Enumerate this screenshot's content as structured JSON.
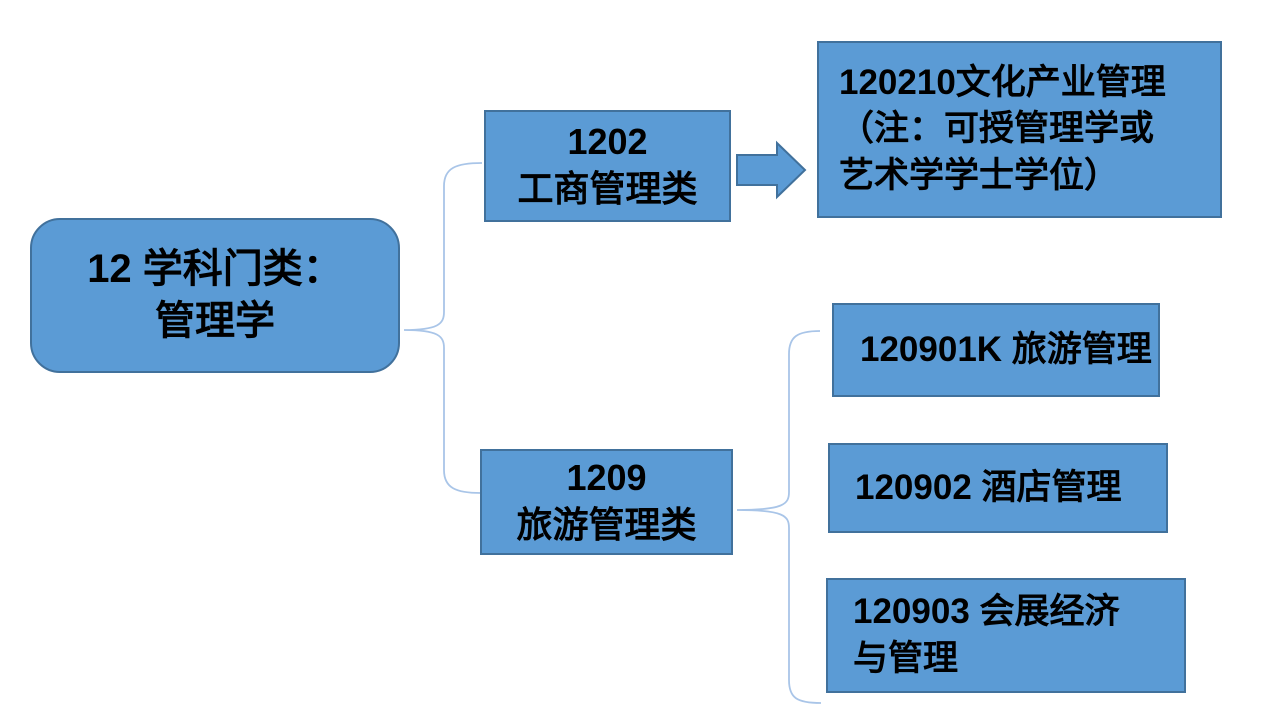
{
  "diagram": {
    "title_context": "Academic discipline category tree",
    "nodes": {
      "root": {
        "label": "12 学科门类：\n管理学"
      },
      "group_1202": {
        "label": "1202\n工商管理类"
      },
      "major_120210": {
        "label": "120210文化产业管理\n（注：可授管理学或\n艺术学学士学位）"
      },
      "group_1209": {
        "label": "1209\n旅游管理类"
      },
      "major_120901k": {
        "label": "120901K 旅游管理"
      },
      "major_120902": {
        "label": "120902 酒店管理"
      },
      "major_120903": {
        "label": "120903 会展经济\n与管理"
      }
    },
    "connectors": {
      "left_brace": "brace linking root to groups 1202 and 1209",
      "right_arrow": "block arrow linking 1202 to 120210",
      "right_brace": "brace linking 1209 to 120901K, 120902, 120903"
    },
    "colors": {
      "box_fill": "#5B9BD5",
      "box_border": "#41719C",
      "connector_line": "#A9C5E8",
      "arrow_fill": "#5B9BD5",
      "arrow_border": "#41719C",
      "text": "#000000",
      "background": "#FFFFFF"
    }
  }
}
